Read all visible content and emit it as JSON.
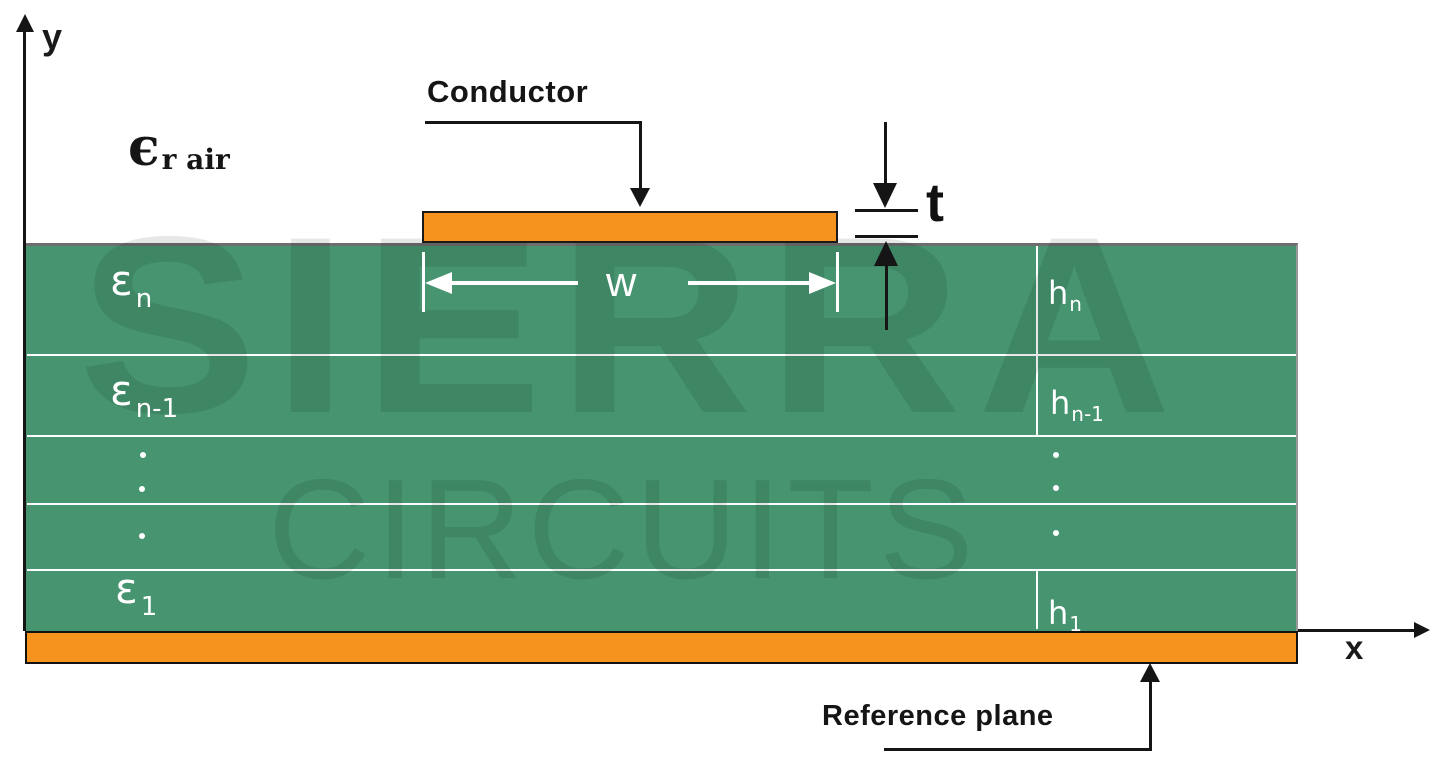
{
  "axes": {
    "y_label": "y",
    "x_label": "x"
  },
  "air": {
    "symbol": "ϵ",
    "subscript": "r air"
  },
  "conductor": {
    "label": "Conductor"
  },
  "dimensions": {
    "width_label": "w",
    "thickness_label": "t"
  },
  "symbols": {
    "epsilon": "ε",
    "height": "h"
  },
  "layers": [
    {
      "epsilon_sub": "n",
      "height_sub": "n"
    },
    {
      "epsilon_sub": "n-1",
      "height_sub": "n-1"
    },
    {
      "epsilon_sub": "1",
      "height_sub": "1"
    }
  ],
  "reference_plane": {
    "label": "Reference plane"
  },
  "watermark": {
    "line1": "SIERRA",
    "line2": "CIRCUITS"
  },
  "colors": {
    "substrate_green": "#469470",
    "copper_orange": "#F6921E",
    "separator_white": "#FFFFFF",
    "stack_top_border_gray": "#6E6E6E",
    "annotation_black": "#151515",
    "label_white": "#FFFFFF"
  }
}
